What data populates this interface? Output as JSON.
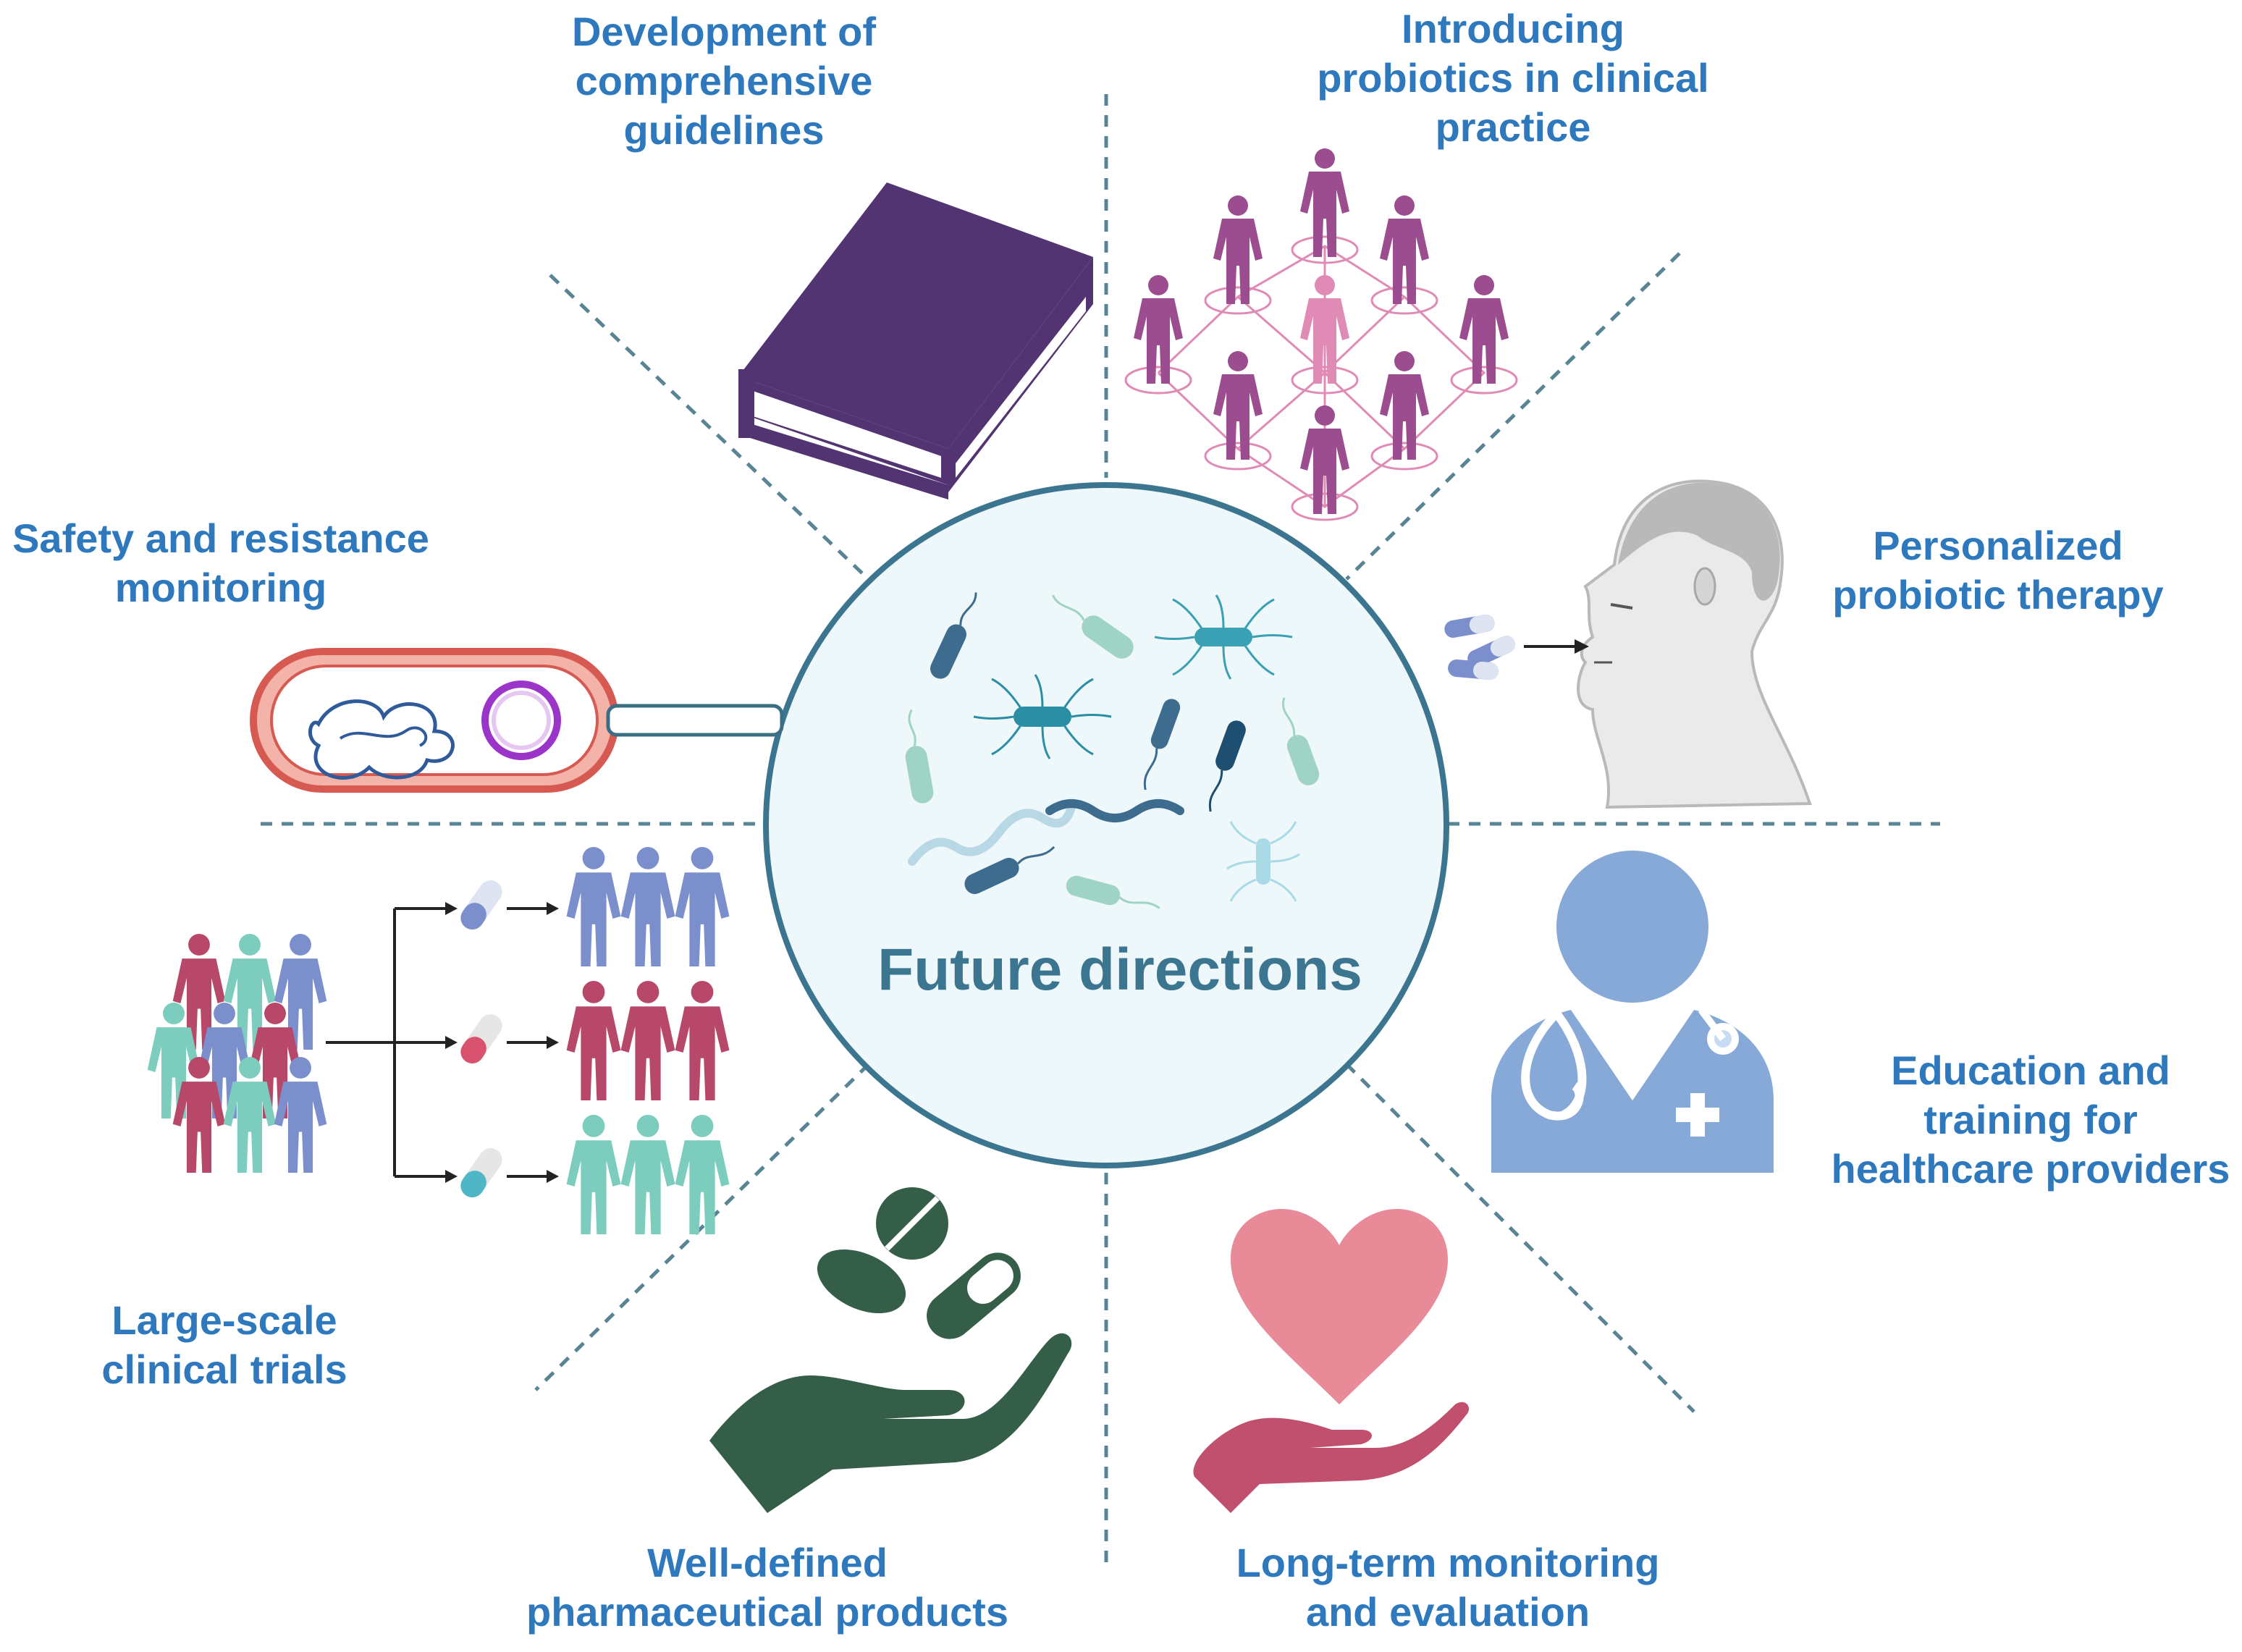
{
  "center": {
    "title": "Future directions"
  },
  "labels": {
    "guidelines": [
      "Development of",
      "comprehensive",
      "guidelines"
    ],
    "clinical_practice": [
      "Introducing",
      "probiotics in clinical",
      "practice"
    ],
    "safety": [
      "Safety and resistance",
      "monitoring"
    ],
    "personalized": [
      "Personalized",
      "probiotic therapy"
    ],
    "education": [
      "Education and",
      "training for",
      "healthcare providers"
    ],
    "trials": [
      "Large-scale",
      "clinical trials"
    ],
    "pharma": [
      "Well-defined",
      "pharmaceutical products"
    ],
    "monitoring": [
      "Long-term monitoring",
      "and evaluation"
    ]
  },
  "colors": {
    "label_text": "#2e78bd",
    "center_text": "#3b7590",
    "book": "#533473",
    "network_people": "#9b4d8f",
    "network_center": "#df8bb6",
    "doctor": "#86a9d8",
    "hand_pharma": "#355e48",
    "heart": "#e98a98",
    "hand_heart": "#c0506e",
    "people_blue": "#7b8fcc",
    "people_red": "#b8486a",
    "people_teal": "#7ccdbd",
    "divider": "#3b6e84"
  },
  "icons": [
    "book-icon",
    "people-network-icon",
    "bacterium-icon",
    "face-profile-icon",
    "capsule-icon",
    "doctor-icon",
    "heart-hand-icon",
    "pill-hand-icon",
    "people-group-icon"
  ]
}
